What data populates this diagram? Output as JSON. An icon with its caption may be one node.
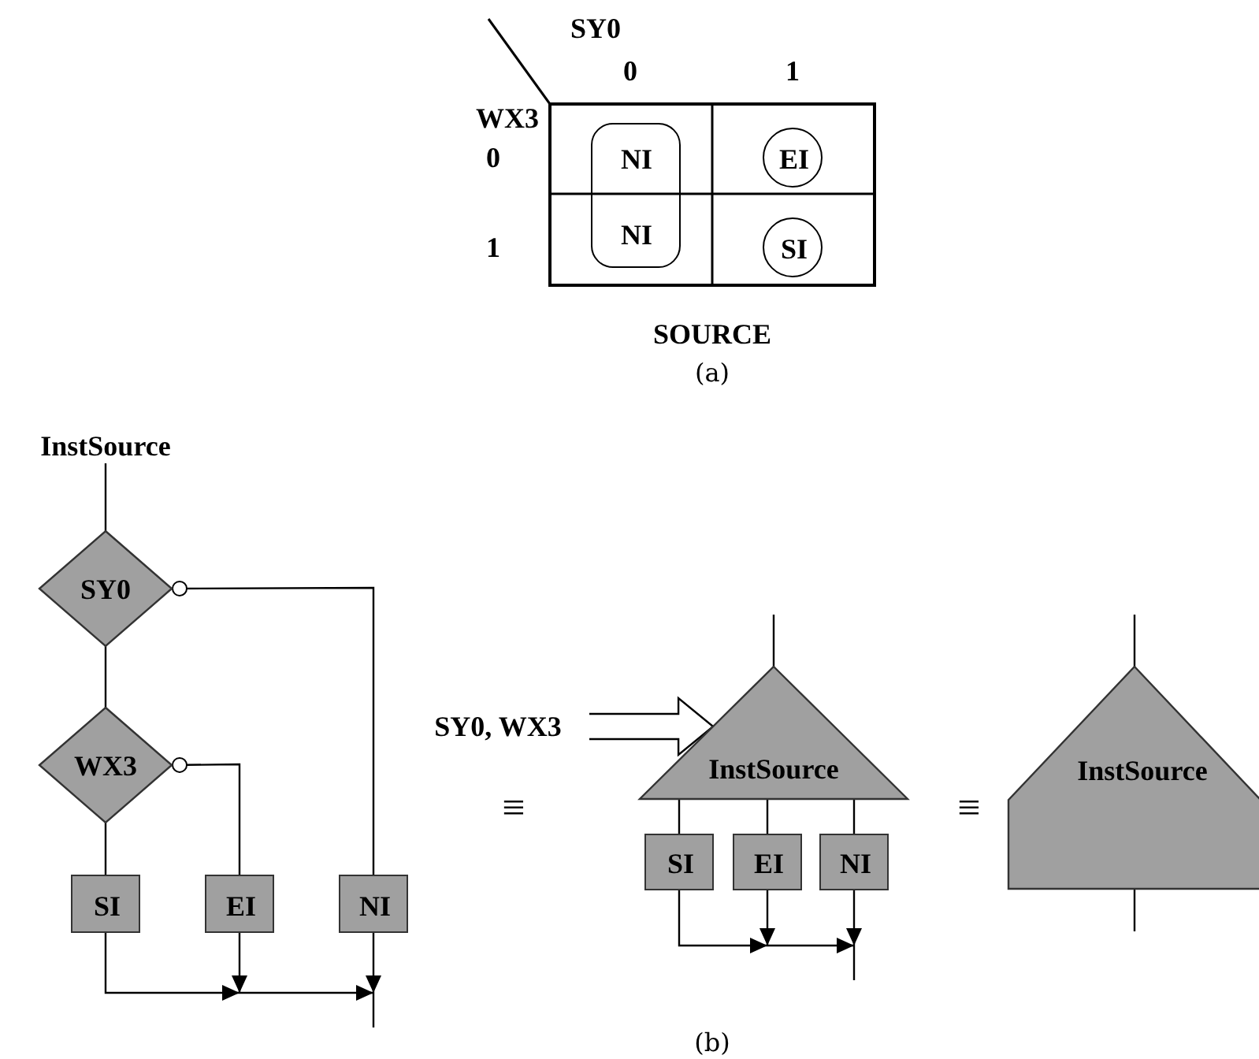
{
  "diagram": {
    "nodes": [
      {
        "text": [
          "NI",
          "NI"
        ]
      },
      {
        "text": [
          "EI"
        ]
      },
      {
        "text": [
          "SI"
        ]
      },
      {
        "text": [
          "InstSource"
        ]
      },
      {
        "text": [
          "SY0"
        ]
      },
      {
        "text": [
          "WX3"
        ]
      },
      {
        "text": [
          "SI"
        ]
      },
      {
        "text": [
          "EI"
        ]
      },
      {
        "text": [
          "NI"
        ]
      },
      {
        "text": [
          "SY0, WX3"
        ]
      },
      {
        "text": [
          "InstSource"
        ]
      },
      {
        "text": [
          "SI"
        ]
      },
      {
        "text": [
          "EI"
        ]
      },
      {
        "text": [
          "NI"
        ]
      },
      {
        "text": [
          "InstSource"
        ]
      }
    ],
    "edges": [
      {
        "from": 3,
        "to": 4,
        "arrow": "none"
      },
      {
        "from": 4,
        "to": 5,
        "arrow": "none"
      },
      {
        "from": 4,
        "to": 8,
        "arrow": "other"
      },
      {
        "from": 5,
        "to": 6,
        "arrow": "none"
      },
      {
        "from": 5,
        "to": 7,
        "arrow": "other"
      },
      {
        "from": 6,
        "to": null,
        "arrow": "to"
      },
      {
        "from": 7,
        "to": null,
        "arrow": "to"
      },
      {
        "from": 8,
        "to": null,
        "arrow": "to"
      },
      {
        "from": 9,
        "to": 10,
        "arrow": "to"
      },
      {
        "from": null,
        "to": 10,
        "arrow": "none"
      },
      {
        "from": 10,
        "to": 11,
        "arrow": "none"
      },
      {
        "from": 10,
        "to": 12,
        "arrow": "none"
      },
      {
        "from": 10,
        "to": 13,
        "arrow": "none"
      },
      {
        "from": 11,
        "to": null,
        "arrow": "to"
      },
      {
        "from": 12,
        "to": null,
        "arrow": "to"
      },
      {
        "from": 13,
        "to": null,
        "arrow": "to"
      },
      {
        "from": null,
        "to": 14,
        "arrow": "none"
      },
      {
        "from": 14,
        "to": null,
        "arrow": "none"
      }
    ],
    "labels": [
      "SY0",
      "0",
      "1",
      "WX3",
      "0",
      "1",
      "SOURCE",
      "(a)",
      "≡",
      "≡",
      "(b)"
    ]
  }
}
